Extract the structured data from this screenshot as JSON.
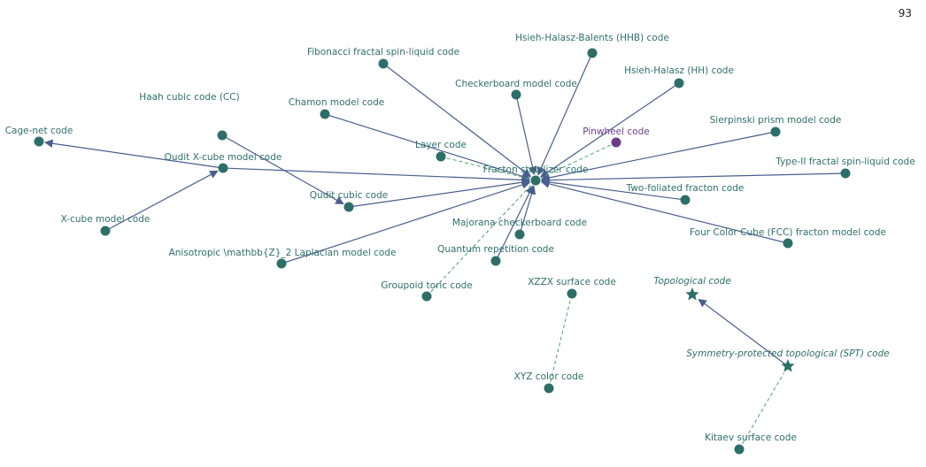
{
  "page_number": "93",
  "colors": {
    "node": "#2e6e68",
    "node_highlight": "#6a3d8a",
    "edge_solid": "#4a5f8f",
    "edge_dashed": "#4aa36a",
    "label": "#2f6f6b"
  },
  "nodes": [
    {
      "id": "fracton",
      "label": "Fracton stabilizer code",
      "shape": "circle",
      "style": "normal"
    },
    {
      "id": "fibonacci",
      "label": "Fibonacci fractal spin-liquid code",
      "shape": "circle",
      "style": "normal"
    },
    {
      "id": "hhb",
      "label": "Hsieh-Halasz-Balents (HHB) code",
      "shape": "circle",
      "style": "normal"
    },
    {
      "id": "hh",
      "label": "Hsieh-Halasz (HH) code",
      "shape": "circle",
      "style": "normal"
    },
    {
      "id": "haah",
      "label": "Haah cubic code (CC)",
      "shape": "circle",
      "style": "normal"
    },
    {
      "id": "checkerboard",
      "label": "Checkerboard model code",
      "shape": "circle",
      "style": "normal"
    },
    {
      "id": "chamon",
      "label": "Chamon model code",
      "shape": "circle",
      "style": "normal"
    },
    {
      "id": "pinwheel",
      "label": "Pinwheel code",
      "shape": "circle",
      "style": "highlight"
    },
    {
      "id": "sierpinski",
      "label": "Sierpinski prism model code",
      "shape": "circle",
      "style": "normal"
    },
    {
      "id": "cagenet",
      "label": "Cage-net code",
      "shape": "circle",
      "style": "normal"
    },
    {
      "id": "layer",
      "label": "Layer code",
      "shape": "circle",
      "style": "normal"
    },
    {
      "id": "quditx",
      "label": "Qudit X-cube model code",
      "shape": "circle",
      "style": "normal"
    },
    {
      "id": "typeii",
      "label": "Type-II fractal spin-liquid code",
      "shape": "circle",
      "style": "normal"
    },
    {
      "id": "quditcubic",
      "label": "Qudit cubic code",
      "shape": "circle",
      "style": "normal"
    },
    {
      "id": "twofol",
      "label": "Two-foliated fracton code",
      "shape": "circle",
      "style": "normal"
    },
    {
      "id": "xcube",
      "label": "X-cube model code",
      "shape": "circle",
      "style": "normal"
    },
    {
      "id": "majorana",
      "label": "Majorana checkerboard code",
      "shape": "circle",
      "style": "normal"
    },
    {
      "id": "fcc",
      "label": "Four Color Cube (FCC) fracton model code",
      "shape": "circle",
      "style": "normal"
    },
    {
      "id": "aniso",
      "label": "Anisotropic \\mathbb{Z}_2 Laplacian model code",
      "shape": "circle",
      "style": "normal"
    },
    {
      "id": "qrep",
      "label": "Quantum repetition code",
      "shape": "circle",
      "style": "normal"
    },
    {
      "id": "groupoid",
      "label": "Groupoid toric code",
      "shape": "circle",
      "style": "normal"
    },
    {
      "id": "xzzx",
      "label": "XZZX surface code",
      "shape": "circle",
      "style": "normal"
    },
    {
      "id": "topo",
      "label": "Topological code",
      "shape": "star",
      "style": "italic"
    },
    {
      "id": "spt",
      "label": "Symmetry-protected topological (SPT) code",
      "shape": "star",
      "style": "italic"
    },
    {
      "id": "xyz",
      "label": "XYZ color code",
      "shape": "circle",
      "style": "normal"
    },
    {
      "id": "kitaev",
      "label": "Kitaev surface code",
      "shape": "circle",
      "style": "normal"
    }
  ],
  "edges": [
    {
      "from": "fibonacci",
      "to": "fracton",
      "style": "solid"
    },
    {
      "from": "hhb",
      "to": "fracton",
      "style": "solid"
    },
    {
      "from": "hh",
      "to": "fracton",
      "style": "solid"
    },
    {
      "from": "checkerboard",
      "to": "fracton",
      "style": "solid"
    },
    {
      "from": "chamon",
      "to": "fracton",
      "style": "solid"
    },
    {
      "from": "sierpinski",
      "to": "fracton",
      "style": "solid"
    },
    {
      "from": "typeii",
      "to": "fracton",
      "style": "solid"
    },
    {
      "from": "twofol",
      "to": "fracton",
      "style": "solid"
    },
    {
      "from": "fcc",
      "to": "fracton",
      "style": "solid"
    },
    {
      "from": "majorana",
      "to": "fracton",
      "style": "solid"
    },
    {
      "from": "qrep",
      "to": "fracton",
      "style": "solid"
    },
    {
      "from": "aniso",
      "to": "fracton",
      "style": "solid"
    },
    {
      "from": "quditcubic",
      "to": "fracton",
      "style": "solid"
    },
    {
      "from": "quditx",
      "to": "fracton",
      "style": "solid"
    },
    {
      "from": "quditx",
      "to": "cagenet",
      "style": "solid"
    },
    {
      "from": "xcube",
      "to": "quditx",
      "style": "solid"
    },
    {
      "from": "haah",
      "to": "quditcubic",
      "style": "solid"
    },
    {
      "from": "layer",
      "to": "fracton",
      "style": "dashed"
    },
    {
      "from": "pinwheel",
      "to": "fracton",
      "style": "dashed"
    },
    {
      "from": "groupoid",
      "to": "fracton",
      "style": "dashed"
    },
    {
      "from": "xyz",
      "to": "xzzx",
      "style": "dashed"
    },
    {
      "from": "spt",
      "to": "topo",
      "style": "solid"
    },
    {
      "from": "kitaev",
      "to": "spt",
      "style": "dashed"
    }
  ]
}
